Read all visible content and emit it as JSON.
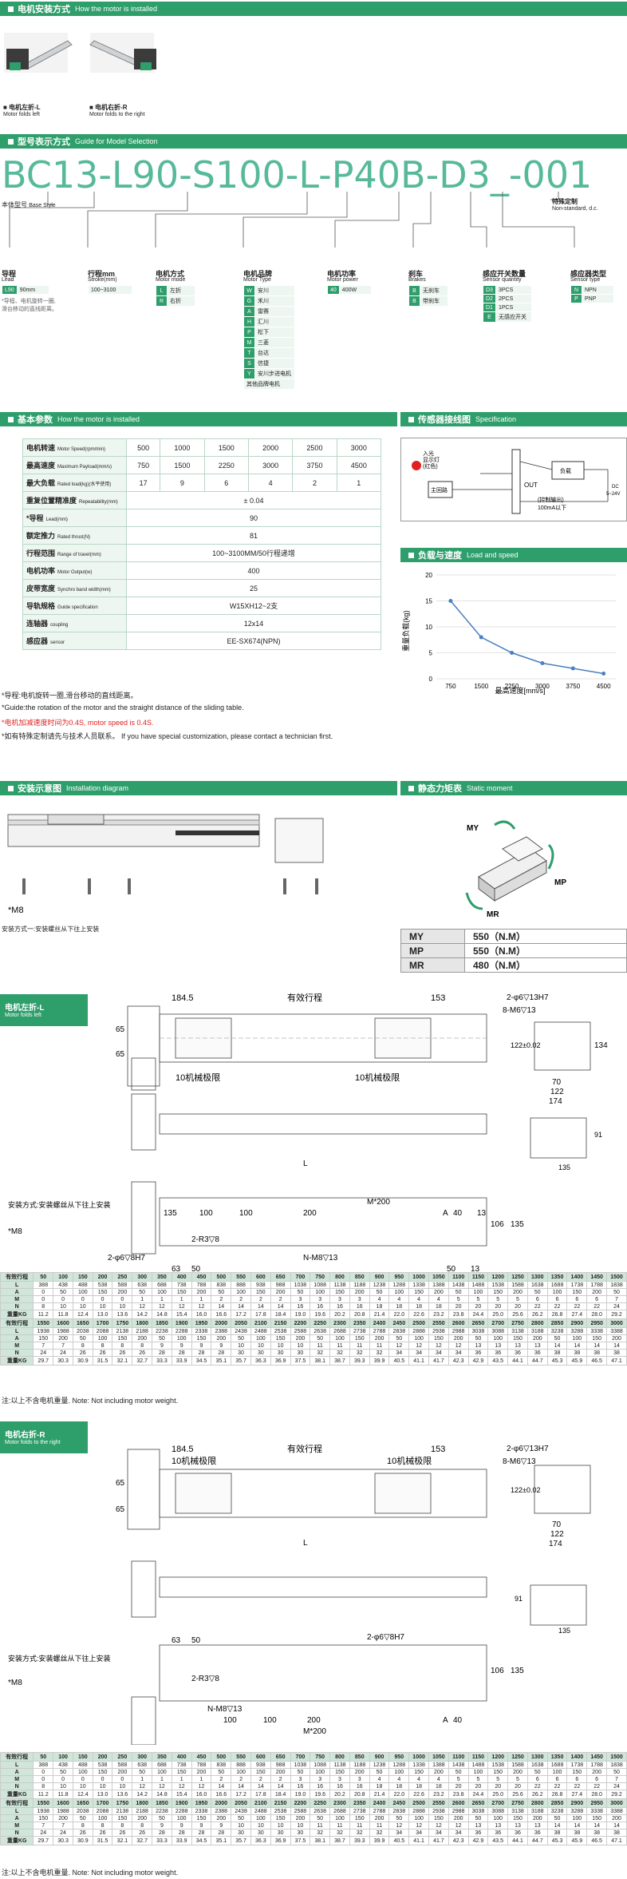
{
  "sec1": {
    "zh": "电机安装方式",
    "en": "How the motor is installed"
  },
  "mount": {
    "left_zh": "■ 电机左折-L",
    "left_en": "Motor folds left",
    "right_zh": "■ 电机右折-R",
    "right_en": "Motor folds to the right"
  },
  "sec2": {
    "zh": "型号表示方式",
    "en": "Guide for Model Selection"
  },
  "model_code": "BC13-L90-S100-L-P40B-D3_-001",
  "labels": {
    "base": "本体型号",
    "base_en": "Base Style",
    "special": "特殊定制",
    "special_en": "Non-standard, d.c.",
    "lead": "导程",
    "lead_en": "Lead",
    "lead_note": "*导程、电机旋转一圈,滑台移动的直线距离。",
    "stroke": "行程mm",
    "stroke_en": "Stroke(mm)",
    "stroke_val": "100~3100",
    "motor": "电机方式",
    "motor_en": "Motor mode",
    "brand": "电机品牌",
    "brand_en": "Motor Type",
    "power": "电机功率",
    "power_en": "Motor power",
    "brake": "刹车",
    "brake_en": "Brakes",
    "sensor_q": "感应开关数量",
    "sensor_q_en": "Sensor quantity",
    "sensor_t": "感应器类型",
    "sensor_t_en": "Sensor type"
  },
  "lead_opts": [
    {
      "k": "L90",
      "v": "90mm"
    }
  ],
  "motor_opts": [
    {
      "k": "L",
      "v": "左折"
    },
    {
      "k": "R",
      "v": "右折"
    }
  ],
  "brand_opts": [
    {
      "k": "W",
      "v": "安川"
    },
    {
      "k": "G",
      "v": "禾川"
    },
    {
      "k": "A",
      "v": "雷赛"
    },
    {
      "k": "H",
      "v": "汇川"
    },
    {
      "k": "P",
      "v": "松下"
    },
    {
      "k": "M",
      "v": "三菱"
    },
    {
      "k": "T",
      "v": "台达"
    },
    {
      "k": "S",
      "v": "信捷"
    },
    {
      "k": "Y",
      "v": "安川步进电机"
    }
  ],
  "brand_extra": "其他品牌电机",
  "power_opts": [
    {
      "k": "40",
      "v": "400W"
    }
  ],
  "brake_opts": [
    {
      "k": "B",
      "v": "无刹车"
    },
    {
      "k": "B",
      "v": "带刹车"
    }
  ],
  "sensorq_opts": [
    {
      "k": "D3",
      "v": "3PCS"
    },
    {
      "k": "D2",
      "v": "2PCS"
    },
    {
      "k": "D1",
      "v": "1PCS"
    },
    {
      "k": "E",
      "v": "无感应开关"
    }
  ],
  "sensort_opts": [
    {
      "k": "N",
      "v": "NPN"
    },
    {
      "k": "P",
      "v": "PNP"
    }
  ],
  "sec3": {
    "zh": "基本参数",
    "en": "How the motor is installed"
  },
  "sec4": {
    "zh": "传感器接线图",
    "en": "Specification"
  },
  "spec": {
    "rows": [
      {
        "zh": "电机转速",
        "en": "Motor Speed(rpm/min)",
        "vals": [
          "500",
          "1000",
          "1500",
          "2000",
          "2500",
          "3000"
        ]
      },
      {
        "zh": "最高速度",
        "en": "Maximum Payload(mm/s)",
        "vals": [
          "750",
          "1500",
          "2250",
          "3000",
          "3750",
          "4500"
        ]
      },
      {
        "zh": "最大负载",
        "en": "Rated load(kg)(水平使用)",
        "vals": [
          "17",
          "9",
          "6",
          "4",
          "2",
          "1"
        ]
      },
      {
        "zh": "重复位置精准度",
        "en": "Repeatability(mm)",
        "span": "± 0.04"
      },
      {
        "zh": "*导程",
        "en": "Lead(mm)",
        "span": "90"
      },
      {
        "zh": "额定推力",
        "en": "Rated thrust(N)",
        "span": "81"
      },
      {
        "zh": "行程范围",
        "en": "Range of travel(mm)",
        "span": "100~3100MM/50行程递增"
      },
      {
        "zh": "电机功率",
        "en": "Motor Output(w)",
        "span": "400"
      },
      {
        "zh": "皮带宽度",
        "en": "Synchro band width(mm)",
        "span": "25"
      },
      {
        "zh": "导轨规格",
        "en": "Guide specification",
        "span": "W15XH12~2支"
      },
      {
        "zh": "连轴器",
        "en": "coupling",
        "span": "12x14"
      },
      {
        "zh": "感应器",
        "en": "sensor",
        "span": "EE-SX674(NPN)"
      }
    ]
  },
  "notes": {
    "n1": "*导程:电机旋转一圈,滑台移动的直线距离。",
    "n2": "*Guide:the rotation of the motor and the straight distance of the sliding table.",
    "n3": "*电机加减速度时间为0.4S, motor speed is 0.4S.",
    "n4": "*如有特殊定制请先与技术人员联系。 If you have special customization, please contact a technician first."
  },
  "wiring": {
    "t1": "入光",
    "t2": "(红色)",
    "t3": "主回路",
    "t4": "OUT",
    "t5": "负载",
    "t6": "DC",
    "t7": "5~24V",
    "t8": "(控制输出)",
    "t9": "100mA以下",
    "t10": "显示灯"
  },
  "sec5": {
    "zh": "负载与速度",
    "en": "Load and speed"
  },
  "load_chart": {
    "type": "line",
    "ylabel": "重量负载(kg)",
    "xlabel": "最高速度[mm/s]",
    "x": [
      750,
      1500,
      2250,
      3000,
      3750,
      4500
    ],
    "y": [
      15,
      8,
      5,
      3,
      2,
      1
    ],
    "yticks": [
      0,
      5,
      10,
      15,
      20
    ],
    "ylim": [
      0,
      20
    ],
    "color": "#4a7fc1"
  },
  "sec6": {
    "zh": "安装示意图",
    "en": "Installation diagram"
  },
  "sec7": {
    "zh": "静态力矩表",
    "en": "Static moment"
  },
  "install_m8": "*M8",
  "install_note": "安装方式一:安装螺丝从下往上安装",
  "moment": {
    "labels": [
      "MY",
      "MP",
      "MR"
    ],
    "rows": [
      {
        "k": "MY",
        "v": "550（N.M）"
      },
      {
        "k": "MP",
        "v": "550（N.M）"
      },
      {
        "k": "MR",
        "v": "480（N.M）"
      }
    ]
  },
  "left": {
    "zh": "电机左折-L",
    "en": "Motor folds left"
  },
  "right": {
    "zh": "电机右折-R",
    "en": "Motor folds to the right"
  },
  "draw": {
    "d1845": "184.5",
    "eff": "有效行程",
    "d153": "153",
    "limit": "10机械极限",
    "limit2": "10机械极限",
    "d65a": "65",
    "d65b": "65",
    "L": "L",
    "hole1": "2-φ6▽13H7",
    "hole2": "8-M6▽13",
    "d122": "122±0.02",
    "d134": "134",
    "d70": "70",
    "d122b": "122",
    "d174": "174",
    "d91": "91",
    "d135": "135",
    "d135b": "135",
    "d100": "100",
    "d100b": "100",
    "d200": "200",
    "m200": "M*200",
    "A": "A",
    "d40": "40",
    "d13": "13",
    "d106": "106",
    "d135c": "135",
    "r3": "2-R3▽8",
    "h8": "2-φ6▽8H7",
    "m8": "N-M8▽13",
    "d63": "63",
    "d50": "50",
    "d50b": "50",
    "d13b": "13",
    "inst2": "安装方式:安装螺丝从下往上安装",
    "m8b": "*M8"
  },
  "dimtable1": {
    "head1": [
      "有效行程",
      "50",
      "100",
      "150",
      "200",
      "250",
      "300",
      "350",
      "400",
      "450",
      "500",
      "550",
      "600",
      "650",
      "700",
      "750",
      "800",
      "850",
      "900",
      "950",
      "1000",
      "1050",
      "1100",
      "1150",
      "1200",
      "1250",
      "1300",
      "1350",
      "1400",
      "1450",
      "1500"
    ],
    "rows1": [
      [
        "L",
        "388",
        "438",
        "488",
        "538",
        "588",
        "638",
        "688",
        "738",
        "788",
        "838",
        "888",
        "938",
        "988",
        "1038",
        "1088",
        "1138",
        "1188",
        "1238",
        "1288",
        "1338",
        "1388",
        "1438",
        "1488",
        "1538",
        "1588",
        "1638",
        "1688",
        "1738",
        "1788",
        "1838"
      ],
      [
        "A",
        "0",
        "50",
        "100",
        "150",
        "200",
        "50",
        "100",
        "150",
        "200",
        "50",
        "100",
        "150",
        "200",
        "50",
        "100",
        "150",
        "200",
        "50",
        "100",
        "150",
        "200",
        "50",
        "100",
        "150",
        "200",
        "50",
        "100",
        "150",
        "200",
        "50"
      ],
      [
        "M",
        "0",
        "0",
        "0",
        "0",
        "0",
        "1",
        "1",
        "1",
        "1",
        "2",
        "2",
        "2",
        "2",
        "3",
        "3",
        "3",
        "3",
        "4",
        "4",
        "4",
        "4",
        "5",
        "5",
        "5",
        "5",
        "6",
        "6",
        "6",
        "6",
        "7"
      ],
      [
        "N",
        "8",
        "10",
        "10",
        "10",
        "10",
        "12",
        "12",
        "12",
        "12",
        "14",
        "14",
        "14",
        "14",
        "16",
        "16",
        "16",
        "16",
        "18",
        "18",
        "18",
        "18",
        "20",
        "20",
        "20",
        "20",
        "22",
        "22",
        "22",
        "22",
        "24"
      ],
      [
        "重量KG",
        "11.2",
        "11.8",
        "12.4",
        "13.0",
        "13.6",
        "14.2",
        "14.8",
        "15.4",
        "16.0",
        "16.6",
        "17.2",
        "17.8",
        "18.4",
        "19.0",
        "19.6",
        "20.2",
        "20.8",
        "21.4",
        "22.0",
        "22.6",
        "23.2",
        "23.8",
        "24.4",
        "25.0",
        "25.6",
        "26.2",
        "26.8",
        "27.4",
        "28.0",
        "29.2"
      ]
    ],
    "head2": [
      "有效行程",
      "1550",
      "1600",
      "1650",
      "1700",
      "1750",
      "1800",
      "1850",
      "1900",
      "1950",
      "2000",
      "2050",
      "2100",
      "2150",
      "2200",
      "2250",
      "2300",
      "2350",
      "2400",
      "2450",
      "2500",
      "2550",
      "2600",
      "2650",
      "2700",
      "2750",
      "2800",
      "2850",
      "2900",
      "2950",
      "3000"
    ],
    "rows2": [
      [
        "L",
        "1938",
        "1988",
        "2038",
        "2088",
        "2138",
        "2188",
        "2238",
        "2288",
        "2338",
        "2388",
        "2438",
        "2488",
        "2538",
        "2588",
        "2638",
        "2688",
        "2738",
        "2788",
        "2838",
        "2888",
        "2938",
        "2988",
        "3038",
        "3088",
        "3138",
        "3188",
        "3238",
        "3288",
        "3338",
        "3388"
      ],
      [
        "A",
        "150",
        "200",
        "50",
        "100",
        "150",
        "200",
        "50",
        "100",
        "150",
        "200",
        "50",
        "100",
        "150",
        "200",
        "50",
        "100",
        "150",
        "200",
        "50",
        "100",
        "150",
        "200",
        "50",
        "100",
        "150",
        "200",
        "50",
        "100",
        "150",
        "200"
      ],
      [
        "M",
        "7",
        "7",
        "8",
        "8",
        "8",
        "8",
        "9",
        "9",
        "9",
        "9",
        "10",
        "10",
        "10",
        "10",
        "11",
        "11",
        "11",
        "11",
        "12",
        "12",
        "12",
        "12",
        "13",
        "13",
        "13",
        "13",
        "14",
        "14",
        "14",
        "14"
      ],
      [
        "N",
        "24",
        "24",
        "26",
        "26",
        "26",
        "26",
        "28",
        "28",
        "28",
        "28",
        "30",
        "30",
        "30",
        "30",
        "32",
        "32",
        "32",
        "32",
        "34",
        "34",
        "34",
        "34",
        "36",
        "36",
        "36",
        "36",
        "38",
        "38",
        "38",
        "38"
      ],
      [
        "重量KG",
        "29.7",
        "30.3",
        "30.9",
        "31.5",
        "32.1",
        "32.7",
        "33.3",
        "33.9",
        "34.5",
        "35.1",
        "35.7",
        "36.3",
        "36.9",
        "37.5",
        "38.1",
        "38.7",
        "39.3",
        "39.9",
        "40.5",
        "41.1",
        "41.7",
        "42.3",
        "42.9",
        "43.5",
        "44.1",
        "44.7",
        "45.3",
        "45.9",
        "46.5",
        "47.1"
      ]
    ],
    "note": "注:以上不含电机重量. Note: Not including motor weight."
  }
}
